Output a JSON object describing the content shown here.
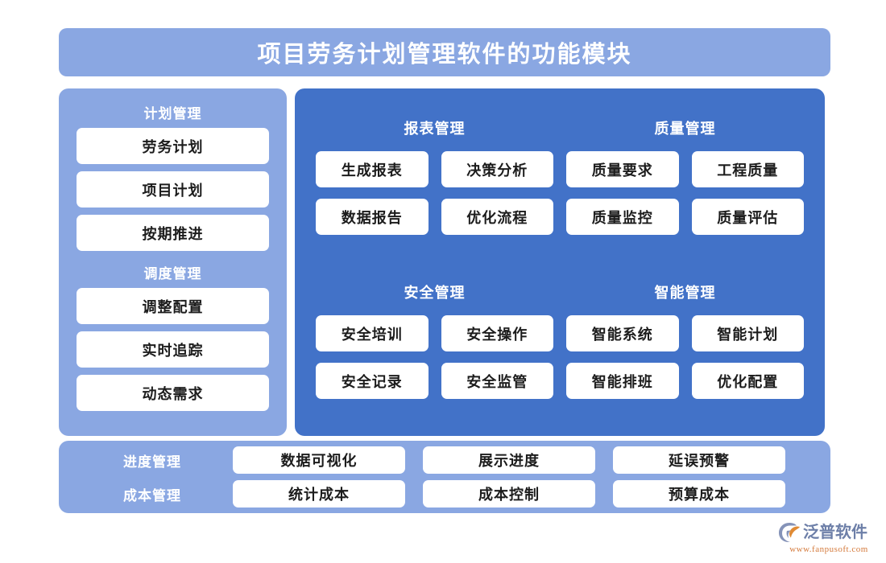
{
  "header": {
    "title": "项目劳务计划管理软件的功能模块",
    "bg_color": "#8aa7e2",
    "text_color": "#ffffff"
  },
  "colors": {
    "page_bg": "#ffffff",
    "light_panel": "#8aa7e2",
    "main_panel": "#4272c8",
    "card_bg": "#ffffff",
    "card_text": "#1c1c1c",
    "logo_name": "#6d7fa8",
    "logo_url": "#d4793a"
  },
  "sidebar": {
    "groups": [
      {
        "title": "计划管理",
        "items": [
          {
            "label": "劳务计划"
          },
          {
            "label": "项目计划"
          },
          {
            "label": "按期推进"
          }
        ]
      },
      {
        "title": "调度管理",
        "items": [
          {
            "label": "调整配置"
          },
          {
            "label": "实时追踪"
          },
          {
            "label": "动态需求"
          }
        ]
      }
    ]
  },
  "main": {
    "quadrants": [
      {
        "title": "报表管理",
        "items": [
          {
            "label": "生成报表"
          },
          {
            "label": "决策分析"
          },
          {
            "label": "数据报告"
          },
          {
            "label": "优化流程"
          }
        ]
      },
      {
        "title": "质量管理",
        "items": [
          {
            "label": "质量要求"
          },
          {
            "label": "工程质量"
          },
          {
            "label": "质量监控"
          },
          {
            "label": "质量评估"
          }
        ]
      },
      {
        "title": "安全管理",
        "items": [
          {
            "label": "安全培训"
          },
          {
            "label": "安全操作"
          },
          {
            "label": "安全记录"
          },
          {
            "label": "安全监管"
          }
        ]
      },
      {
        "title": "智能管理",
        "items": [
          {
            "label": "智能系统"
          },
          {
            "label": "智能计划"
          },
          {
            "label": "智能排班"
          },
          {
            "label": "优化配置"
          }
        ]
      }
    ]
  },
  "bottom": {
    "rows": [
      {
        "label": "进度管理",
        "items": [
          {
            "label": "数据可视化"
          },
          {
            "label": "展示进度"
          },
          {
            "label": "延误预警"
          }
        ]
      },
      {
        "label": "成本管理",
        "items": [
          {
            "label": "统计成本"
          },
          {
            "label": "成本控制"
          },
          {
            "label": "预算成本"
          }
        ]
      }
    ]
  },
  "logo": {
    "icon": "fanpu-swoosh-logo-icon",
    "name": "泛普软件",
    "url": "www.fanpusoft.com"
  }
}
